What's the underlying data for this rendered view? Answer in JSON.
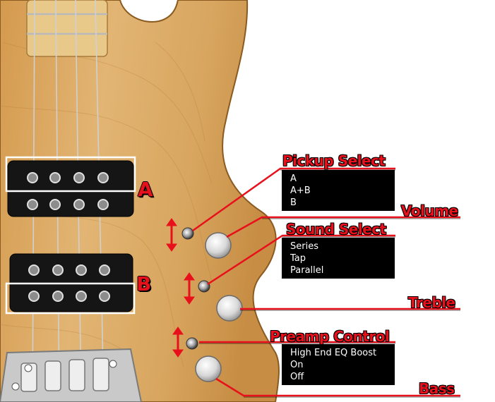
{
  "pickups": {
    "neck_label": "A",
    "bridge_label": "B"
  },
  "callouts": {
    "pickup_select": {
      "title": "Pickup Select",
      "options": [
        "A",
        "A+B",
        "B"
      ]
    },
    "volume": {
      "title": "Volume"
    },
    "sound_select": {
      "title": "Sound Select",
      "options": [
        "Series",
        "Tap",
        "Parallel"
      ]
    },
    "treble": {
      "title": "Treble"
    },
    "preamp_control": {
      "title": "Preamp Control",
      "options": [
        "High End EQ Boost",
        "On",
        "Off"
      ]
    },
    "bass": {
      "title": "Bass"
    }
  },
  "colors": {
    "callout_red": "#e8101a",
    "wood": "#d9a860",
    "option_box": "#000000"
  }
}
